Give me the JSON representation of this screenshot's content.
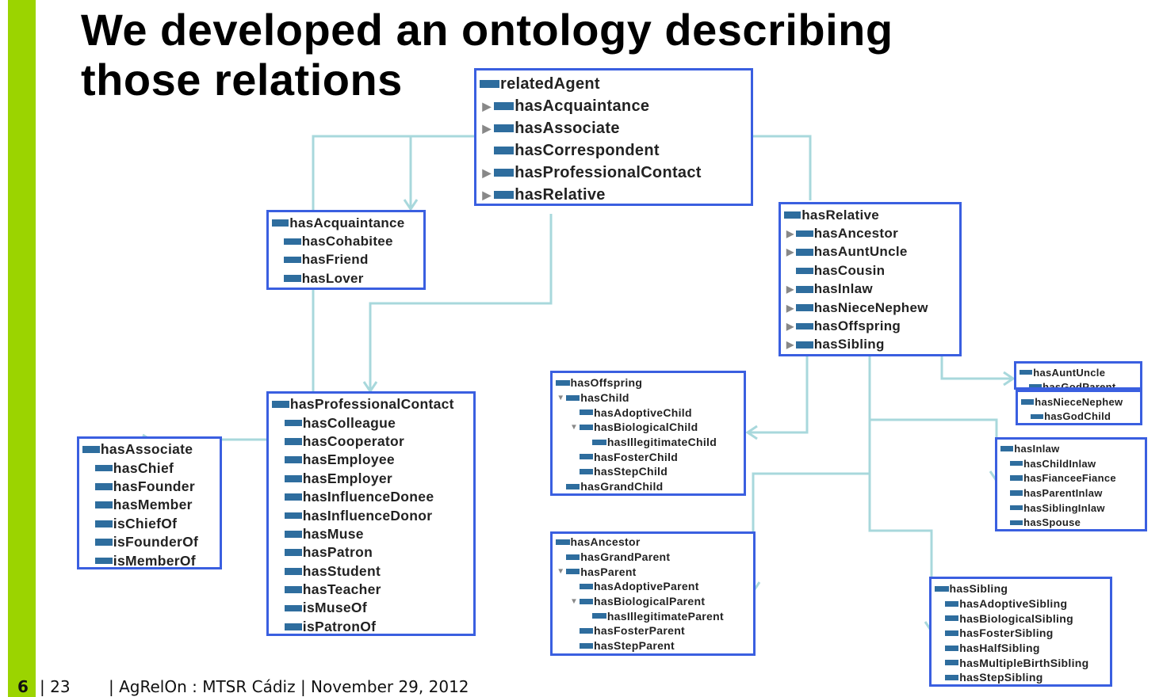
{
  "slide": {
    "title_line1": "We developed an ontology describing",
    "title_line2": "those relations",
    "accent_color": "#9bd400",
    "box_border_color": "#3a5fe0",
    "link_color": "#a8d8dc"
  },
  "footer": {
    "page_number": "6",
    "total_pages": "| 23",
    "info": "| AgRelOn : MTSR Cádiz | November 29, 2012"
  },
  "boxes": [
    {
      "id": "relatedAgent",
      "items": [
        {
          "label": "relatedAgent",
          "level": 0,
          "arrow": "none"
        },
        {
          "label": "hasAcquaintance",
          "level": 1,
          "arrow": "collapsed"
        },
        {
          "label": "hasAssociate",
          "level": 1,
          "arrow": "collapsed"
        },
        {
          "label": "hasCorrespondent",
          "level": 1,
          "arrow": "none"
        },
        {
          "label": "hasProfessionalContact",
          "level": 1,
          "arrow": "collapsed"
        },
        {
          "label": "hasRelative",
          "level": 1,
          "arrow": "collapsed"
        }
      ]
    },
    {
      "id": "hasAcquaintance",
      "items": [
        {
          "label": "hasAcquaintance",
          "level": 0,
          "arrow": "none"
        },
        {
          "label": "hasCohabitee",
          "level": 1,
          "arrow": "none"
        },
        {
          "label": "hasFriend",
          "level": 1,
          "arrow": "none"
        },
        {
          "label": "hasLover",
          "level": 1,
          "arrow": "none"
        }
      ]
    },
    {
      "id": "hasRelative",
      "items": [
        {
          "label": "hasRelative",
          "level": 0,
          "arrow": "none"
        },
        {
          "label": "hasAncestor",
          "level": 1,
          "arrow": "collapsed"
        },
        {
          "label": "hasAuntUncle",
          "level": 1,
          "arrow": "collapsed"
        },
        {
          "label": "hasCousin",
          "level": 1,
          "arrow": "none"
        },
        {
          "label": "hasInlaw",
          "level": 1,
          "arrow": "collapsed"
        },
        {
          "label": "hasNieceNephew",
          "level": 1,
          "arrow": "collapsed"
        },
        {
          "label": "hasOffspring",
          "level": 1,
          "arrow": "collapsed"
        },
        {
          "label": "hasSibling",
          "level": 1,
          "arrow": "collapsed"
        }
      ]
    },
    {
      "id": "hasOffspring",
      "items": [
        {
          "label": "hasOffspring",
          "level": 0,
          "arrow": "none"
        },
        {
          "label": "hasChild",
          "level": 1,
          "arrow": "expanded"
        },
        {
          "label": "hasAdoptiveChild",
          "level": 2,
          "arrow": "none"
        },
        {
          "label": "hasBiologicalChild",
          "level": 2,
          "arrow": "expanded"
        },
        {
          "label": "hasIllegitimateChild",
          "level": 3,
          "arrow": "none"
        },
        {
          "label": "hasFosterChild",
          "level": 2,
          "arrow": "none"
        },
        {
          "label": "hasStepChild",
          "level": 2,
          "arrow": "none"
        },
        {
          "label": "hasGrandChild",
          "level": 1,
          "arrow": "none"
        }
      ]
    },
    {
      "id": "hasAuntUncle",
      "items": [
        {
          "label": "hasAuntUncle",
          "level": 0,
          "arrow": "none"
        },
        {
          "label": "hasGodParent",
          "level": 1,
          "arrow": "none"
        }
      ]
    },
    {
      "id": "hasNieceNephew",
      "items": [
        {
          "label": "hasNieceNephew",
          "level": 0,
          "arrow": "none"
        },
        {
          "label": "hasGodChild",
          "level": 1,
          "arrow": "none"
        }
      ]
    },
    {
      "id": "hasInlaw",
      "items": [
        {
          "label": "hasInlaw",
          "level": 0,
          "arrow": "none"
        },
        {
          "label": "hasChildInlaw",
          "level": 1,
          "arrow": "none"
        },
        {
          "label": "hasFianceeFiance",
          "level": 1,
          "arrow": "none"
        },
        {
          "label": "hasParentInlaw",
          "level": 1,
          "arrow": "none"
        },
        {
          "label": "hasSiblingInlaw",
          "level": 1,
          "arrow": "none"
        },
        {
          "label": "hasSpouse",
          "level": 1,
          "arrow": "none"
        }
      ]
    },
    {
      "id": "hasAncestor",
      "items": [
        {
          "label": "hasAncestor",
          "level": 0,
          "arrow": "none"
        },
        {
          "label": "hasGrandParent",
          "level": 1,
          "arrow": "none"
        },
        {
          "label": "hasParent",
          "level": 1,
          "arrow": "expanded"
        },
        {
          "label": "hasAdoptiveParent",
          "level": 2,
          "arrow": "none"
        },
        {
          "label": "hasBiologicalParent",
          "level": 2,
          "arrow": "expanded"
        },
        {
          "label": "hasIllegitimateParent",
          "level": 3,
          "arrow": "none"
        },
        {
          "label": "hasFosterParent",
          "level": 2,
          "arrow": "none"
        },
        {
          "label": "hasStepParent",
          "level": 2,
          "arrow": "none"
        }
      ]
    },
    {
      "id": "hasSibling",
      "items": [
        {
          "label": "hasSibling",
          "level": 0,
          "arrow": "none"
        },
        {
          "label": "hasAdoptiveSibling",
          "level": 1,
          "arrow": "none"
        },
        {
          "label": "hasBiologicalSibling",
          "level": 1,
          "arrow": "none"
        },
        {
          "label": "hasFosterSibling",
          "level": 1,
          "arrow": "none"
        },
        {
          "label": "hasHalfSibling",
          "level": 1,
          "arrow": "none"
        },
        {
          "label": "hasMultipleBirthSibling",
          "level": 1,
          "arrow": "none"
        },
        {
          "label": "hasStepSibling",
          "level": 1,
          "arrow": "none"
        }
      ]
    },
    {
      "id": "hasProfessionalContact",
      "items": [
        {
          "label": "hasProfessionalContact",
          "level": 0,
          "arrow": "none"
        },
        {
          "label": "hasColleague",
          "level": 1,
          "arrow": "none"
        },
        {
          "label": "hasCooperator",
          "level": 1,
          "arrow": "none"
        },
        {
          "label": "hasEmployee",
          "level": 1,
          "arrow": "none"
        },
        {
          "label": "hasEmployer",
          "level": 1,
          "arrow": "none"
        },
        {
          "label": "hasInfluenceDonee",
          "level": 1,
          "arrow": "none"
        },
        {
          "label": "hasInfluenceDonor",
          "level": 1,
          "arrow": "none"
        },
        {
          "label": "hasMuse",
          "level": 1,
          "arrow": "none"
        },
        {
          "label": "hasPatron",
          "level": 1,
          "arrow": "none"
        },
        {
          "label": "hasStudent",
          "level": 1,
          "arrow": "none"
        },
        {
          "label": "hasTeacher",
          "level": 1,
          "arrow": "none"
        },
        {
          "label": "isMuseOf",
          "level": 1,
          "arrow": "none"
        },
        {
          "label": "isPatronOf",
          "level": 1,
          "arrow": "none"
        }
      ]
    },
    {
      "id": "hasAssociate",
      "items": [
        {
          "label": "hasAssociate",
          "level": 0,
          "arrow": "none"
        },
        {
          "label": "hasChief",
          "level": 1,
          "arrow": "none"
        },
        {
          "label": "hasFounder",
          "level": 1,
          "arrow": "none"
        },
        {
          "label": "hasMember",
          "level": 1,
          "arrow": "none"
        },
        {
          "label": "isChiefOf",
          "level": 1,
          "arrow": "none"
        },
        {
          "label": "isFounderOf",
          "level": 1,
          "arrow": "none"
        },
        {
          "label": "isMemberOf",
          "level": 1,
          "arrow": "none"
        }
      ]
    }
  ]
}
